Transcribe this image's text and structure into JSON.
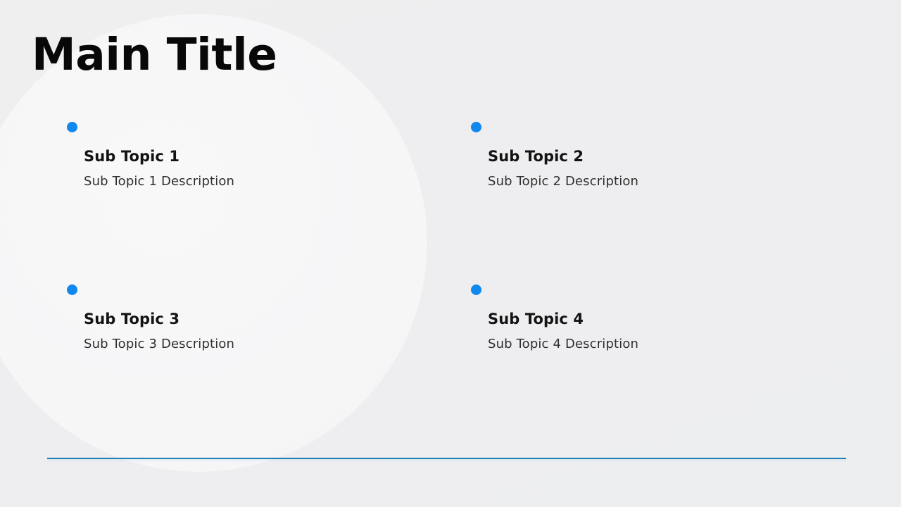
{
  "slide": {
    "title": "Main Title",
    "background_color": "#eeeeef",
    "circle_color": "#f7f7f8",
    "accent_color": "#1088ef",
    "rule_color": "#2180b5",
    "topics": [
      {
        "bullet": "bullet-dot",
        "title": "Sub Topic 1",
        "description": "Sub Topic 1 Description"
      },
      {
        "bullet": "bullet-dot",
        "title": "Sub Topic 2",
        "description": "Sub Topic 2 Description"
      },
      {
        "bullet": "bullet-dot",
        "title": "Sub Topic 3",
        "description": "Sub Topic 3 Description"
      },
      {
        "bullet": "bullet-dot",
        "title": "Sub Topic 4",
        "description": "Sub Topic 4 Description"
      }
    ]
  }
}
